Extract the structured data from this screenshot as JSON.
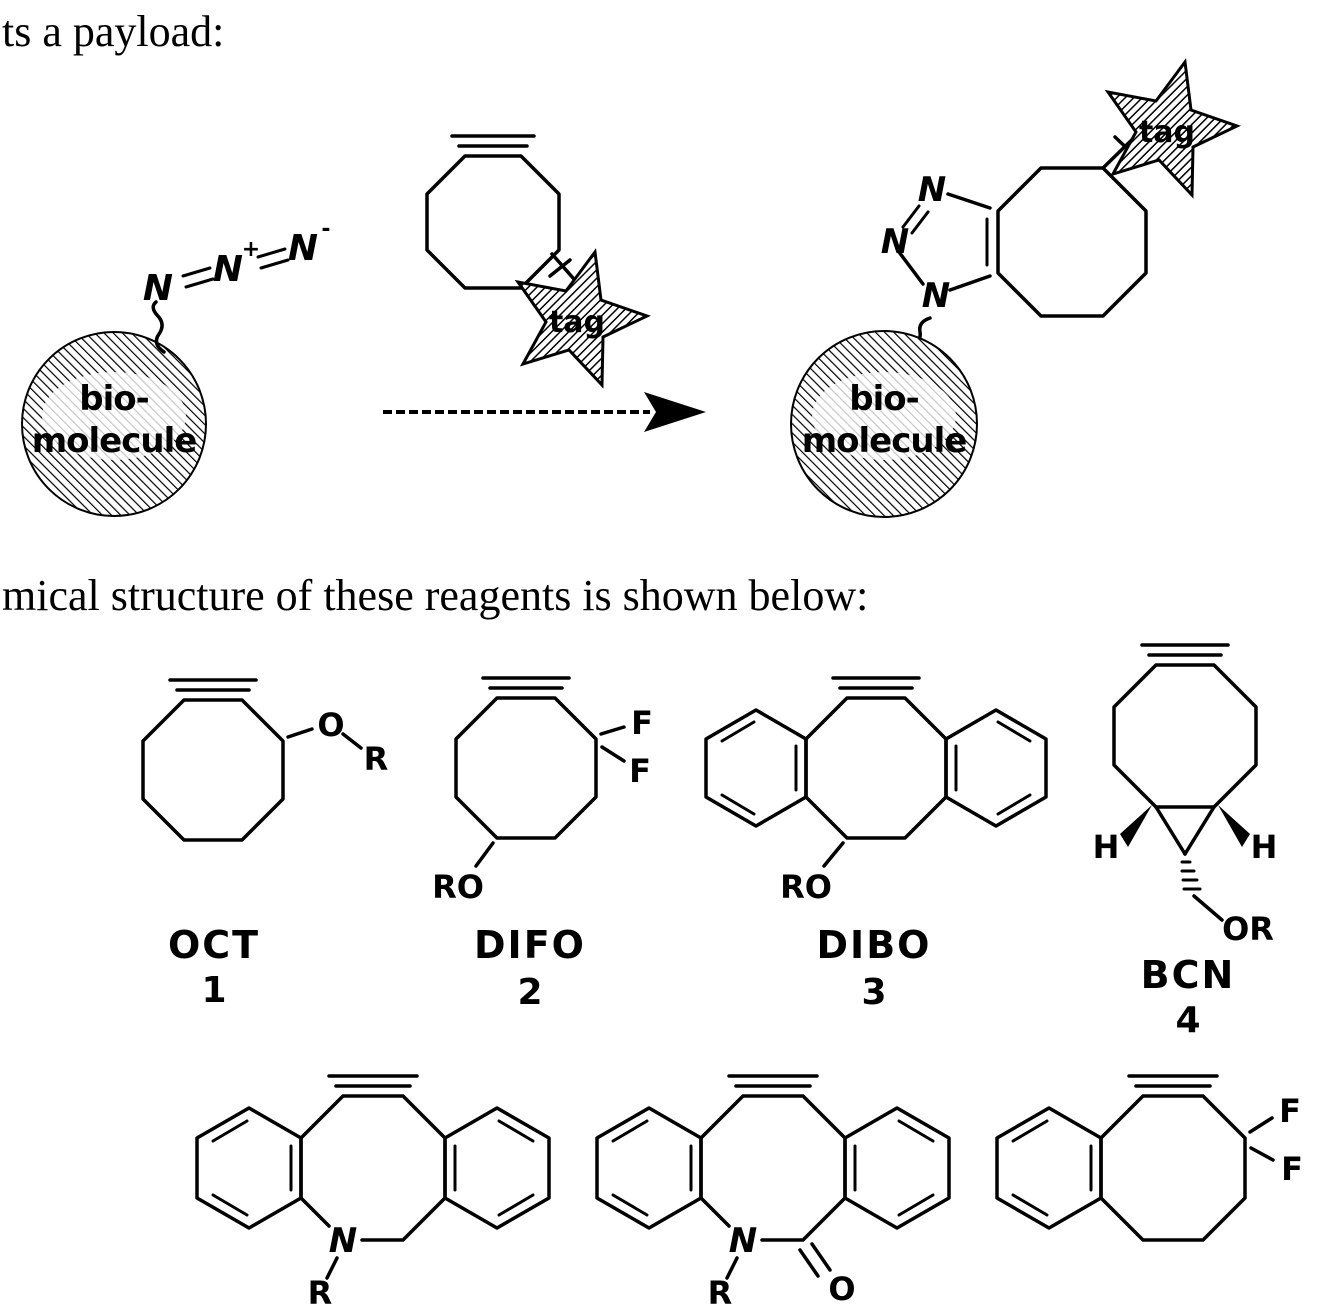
{
  "page": {
    "line1": "ts a payload:",
    "line2": "mical structure of these reagents is shown below:"
  },
  "scheme": {
    "reactant_circle": {
      "line1": "bio-",
      "line2": "molecule"
    },
    "product_circle": {
      "line1": "bio-",
      "line2": "molecule"
    },
    "azide": {
      "n1": "N",
      "n2": "N",
      "n2_charge": "+",
      "n3": "N",
      "n3_charge": "-"
    },
    "reagent_star_label": "tag",
    "product_star_label": "tag",
    "triazole": {
      "n_top": "N",
      "n_left": "N",
      "n_bottom": "N"
    }
  },
  "reagents": [
    {
      "name": "OCT",
      "number": "1",
      "atoms": {
        "o": "O",
        "r": "R"
      }
    },
    {
      "name": "DIFO",
      "number": "2",
      "atoms": {
        "f_top": "F",
        "f_bottom": "F",
        "ro": "RO"
      }
    },
    {
      "name": "DIBO",
      "number": "3",
      "atoms": {
        "ro": "RO"
      }
    },
    {
      "name": "BCN",
      "number": "4",
      "atoms": {
        "h_left": "H",
        "h_right": "H",
        "or": "OR"
      }
    },
    {
      "atoms": {
        "n": "N",
        "r": "R"
      }
    },
    {
      "atoms": {
        "n": "N",
        "r": "R",
        "o": "O"
      }
    },
    {
      "atoms": {
        "f_top": "F",
        "f_bottom": "F"
      }
    }
  ]
}
